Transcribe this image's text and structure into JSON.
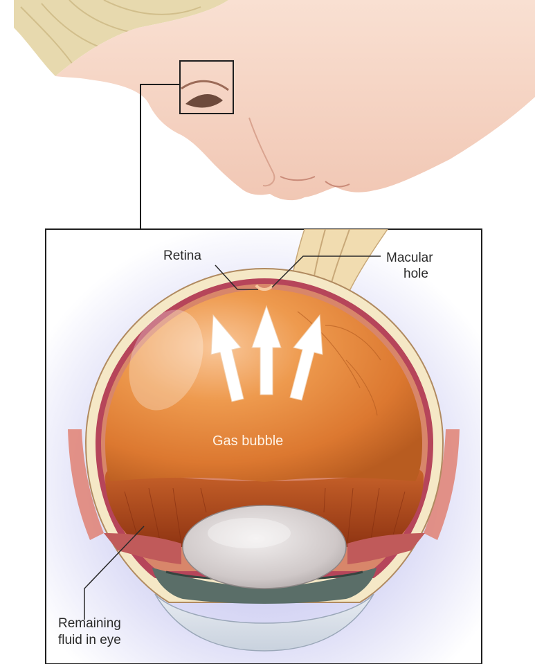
{
  "labels": {
    "retina": "Retina",
    "macular_hole_line1": "Macular",
    "macular_hole_line2": "hole",
    "gas_bubble": "Gas bubble",
    "remaining_fluid_line1": "Remaining",
    "remaining_fluid_line2": "fluid in eye"
  },
  "colors": {
    "skin": "#f6d7c8",
    "hair": "#e4d4a8",
    "bubble": "#e9893a",
    "fluid": "#b34a1c",
    "sclera": "#f3e6c4",
    "lens": "#d9d4d4",
    "panel_glow": "#c9c9ef"
  }
}
